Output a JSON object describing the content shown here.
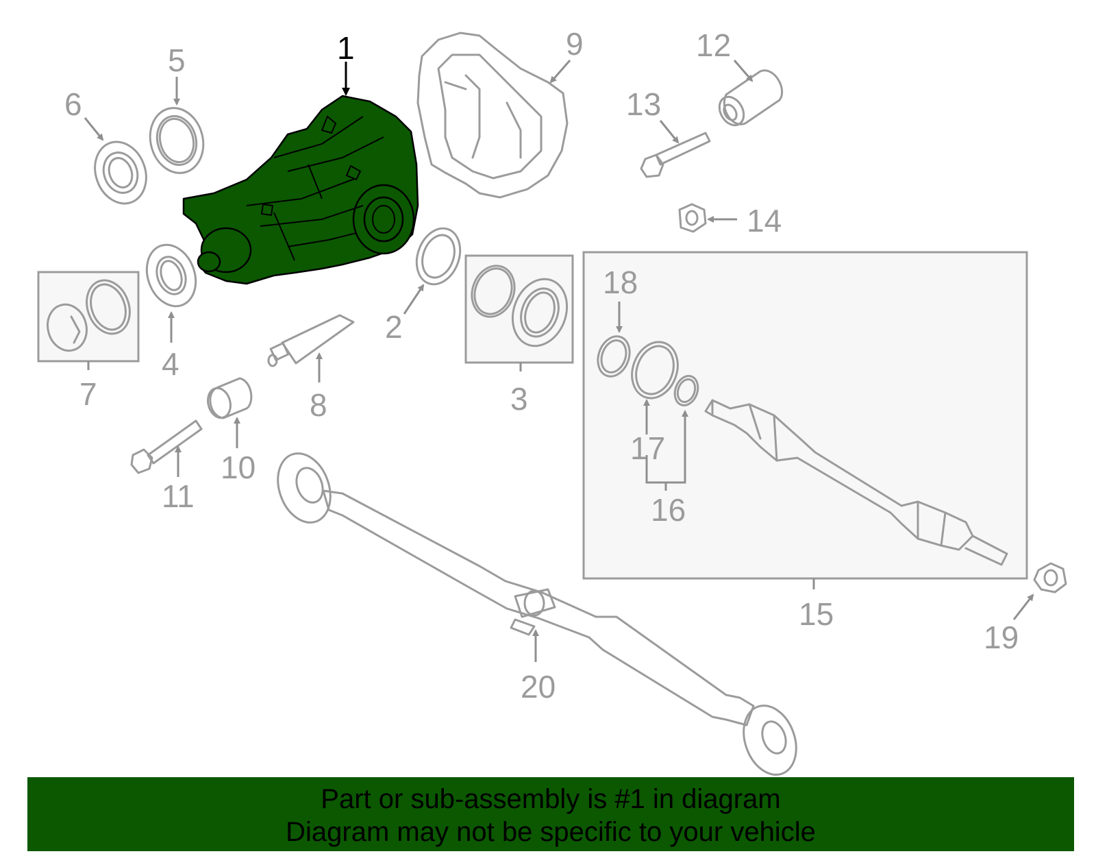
{
  "callouts": {
    "n1": "1",
    "n2": "2",
    "n3": "3",
    "n4": "4",
    "n5": "5",
    "n6": "6",
    "n7": "7",
    "n8": "8",
    "n9": "9",
    "n10": "10",
    "n11": "11",
    "n12": "12",
    "n13": "13",
    "n14": "14",
    "n15": "15",
    "n16": "16",
    "n17": "17",
    "n18": "18",
    "n19": "19",
    "n20": "20"
  },
  "highlight_color": "#0b5800",
  "banner": {
    "line1": "Part or sub-assembly is #1 in diagram",
    "line2": "Diagram may not be specific to your vehicle"
  }
}
